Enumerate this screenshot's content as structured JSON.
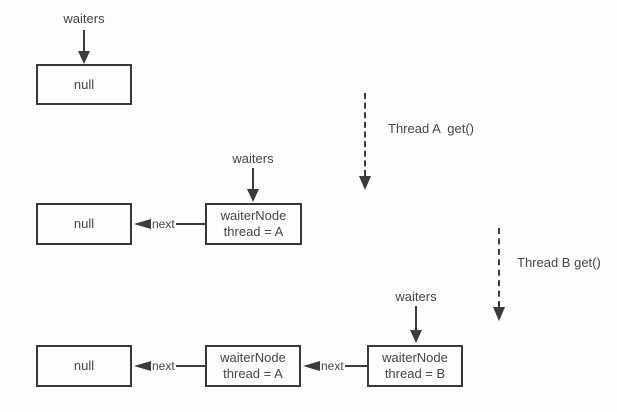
{
  "diagram": {
    "colors": {
      "line": "#3b3b3b",
      "text": "#454545",
      "background": "#fdfdfd"
    },
    "step1": {
      "waiters_label": "waiters",
      "null_box": "null"
    },
    "step2": {
      "waiters_label": "waiters",
      "null_box": "null",
      "node_a": {
        "line1": "waiterNode",
        "line2": "thread = A"
      },
      "next_label": "next",
      "thread_annotation": "Thread A  get()"
    },
    "step3": {
      "waiters_label": "waiters",
      "null_box": "null",
      "node_a": {
        "line1": "waiterNode",
        "line2": "thread = A"
      },
      "node_b": {
        "line1": "waiterNode",
        "line2": "thread = B"
      },
      "next_label_1": "next",
      "next_label_2": "next",
      "thread_annotation": "Thread B get()"
    }
  }
}
